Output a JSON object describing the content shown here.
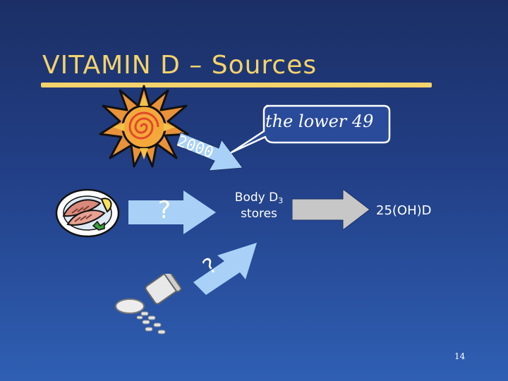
{
  "slide": {
    "title": "VITAMIN D – Sources",
    "page_number": "14",
    "colors": {
      "background_top": "#1b2f66",
      "background_bottom": "#2f5fb3",
      "title": "#f3d36b",
      "arrow_blue": "#a9d1f7",
      "arrow_grey": "#c7c7c7",
      "text": "#ffffff"
    }
  },
  "sources": {
    "sun_icon": "sun-icon",
    "food_icon": "fish-plate-icon",
    "supplement_icon": "pills-icon",
    "sun_label": "2000",
    "callout": "the lower 49",
    "food_label": "?",
    "supplement_label": "?"
  },
  "flow": {
    "stores_line1": "Body D",
    "stores_subscript": "3",
    "stores_line2": "stores",
    "result": "25(OH)D"
  }
}
